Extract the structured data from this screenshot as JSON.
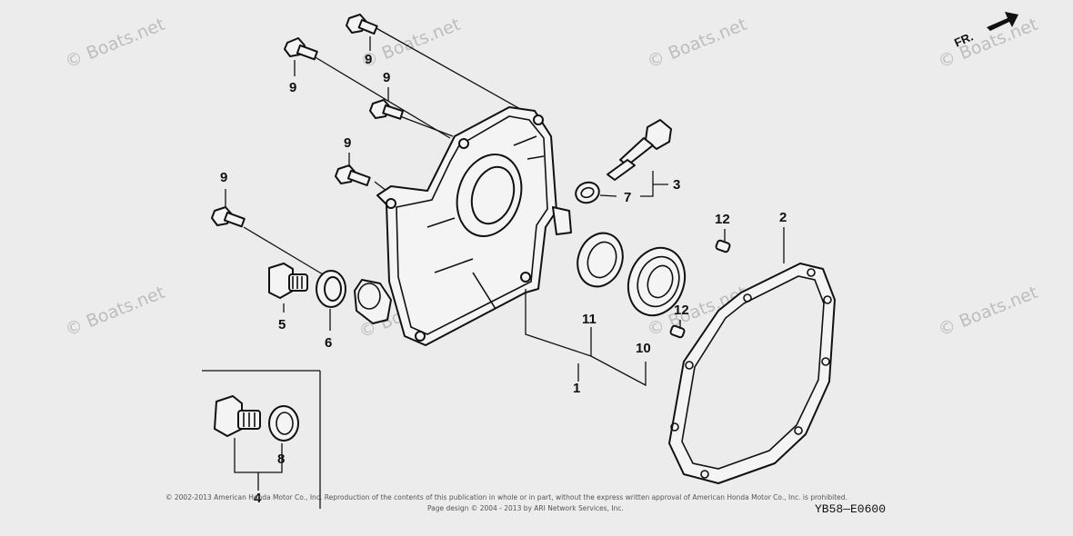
{
  "diagram": {
    "labels": {
      "l1": "1",
      "l2": "2",
      "l3": "3",
      "l4": "4",
      "l5": "5",
      "l6": "6",
      "l7": "7",
      "l8": "8",
      "l9a": "9",
      "l9b": "9",
      "l9c": "9",
      "l9d": "9",
      "l9e": "9",
      "l10": "10",
      "l11": "11",
      "l12a": "12",
      "l12b": "12"
    },
    "direction": "FR.",
    "code": "YB58—E0600",
    "copyright_line1": "© 2002-2013 American Honda Motor Co., Inc. Reproduction of the contents of this publication in whole or in part, without the express written approval of American Honda Motor Co., Inc. is prohibited.",
    "copyright_line2": "Page design © 2004 - 2013 by ARI Network Services, Inc.",
    "watermarks": {
      "w1": "© Boats.net",
      "w2": "© Boats.net",
      "w3": "© Boats.net",
      "w4": "© Boats.net",
      "w5": "© Boats.net",
      "w6": "© Boats.net",
      "w7": "© Boats.net",
      "w8": "© Boats.net"
    }
  }
}
